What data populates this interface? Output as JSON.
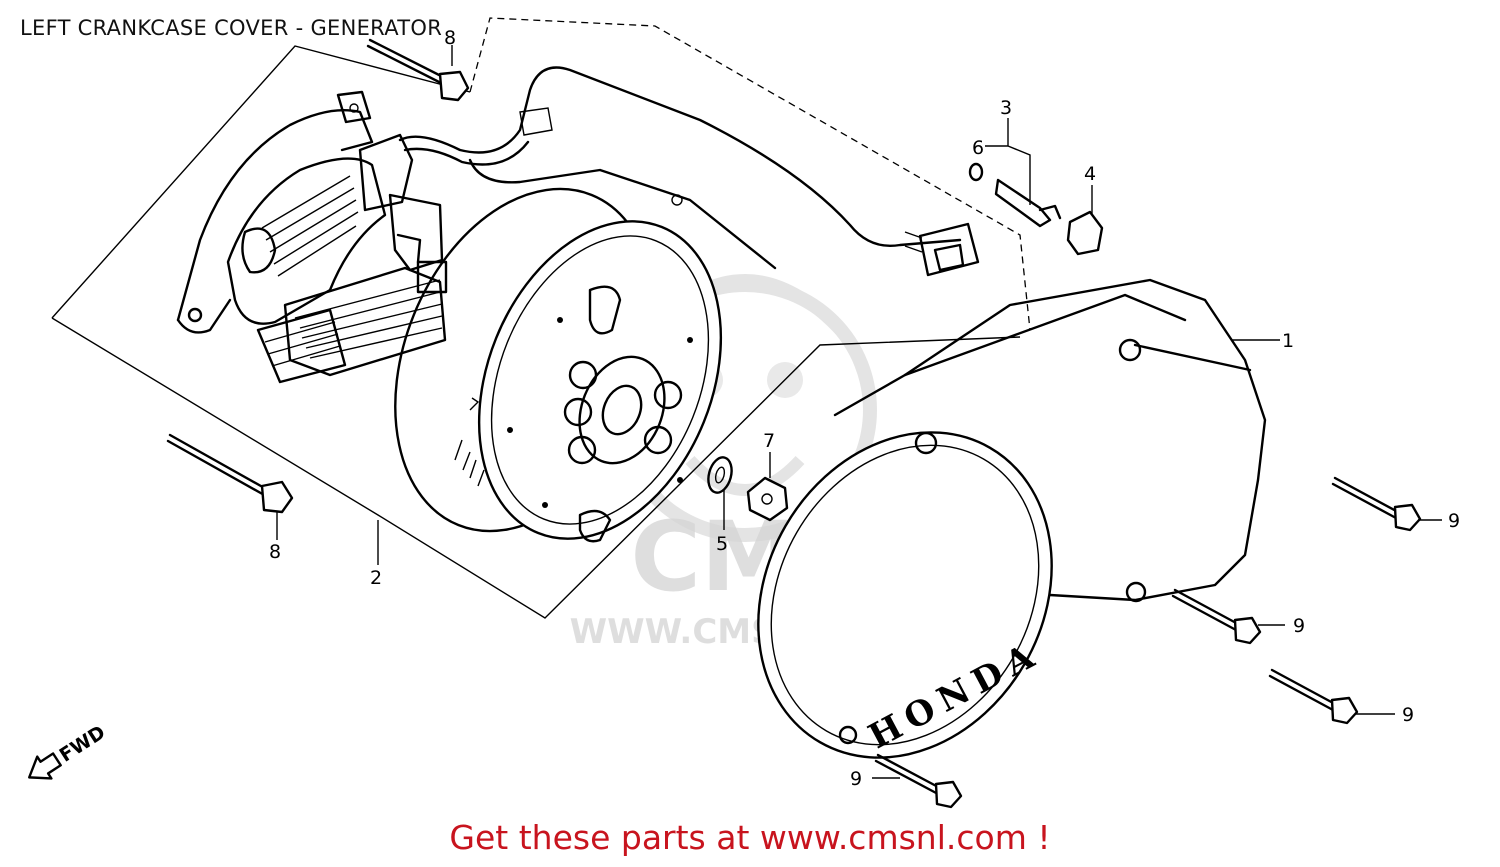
{
  "header": {
    "title": "LEFT CRANKCASE COVER - GENERATOR"
  },
  "watermark": {
    "logo_text": "CMS",
    "url_text": "WWW.CMSNL.COM"
  },
  "cover_branding": "HONDA",
  "direction_marker": {
    "label": "FWD"
  },
  "part_labels": {
    "p1": "1",
    "p2": "2",
    "p3": "3",
    "p4": "4",
    "p5": "5",
    "p6": "6",
    "p7": "7",
    "p8_top": "8",
    "p8_left": "8",
    "p9_a": "9",
    "p9_b": "9",
    "p9_c": "9",
    "p9_d": "9"
  },
  "footer": {
    "text": "Get these parts at www.cmsnl.com !"
  },
  "colors": {
    "line": "#000000",
    "footer": "#c8141e",
    "watermark": "#d4d4d4",
    "background": "#ffffff"
  }
}
